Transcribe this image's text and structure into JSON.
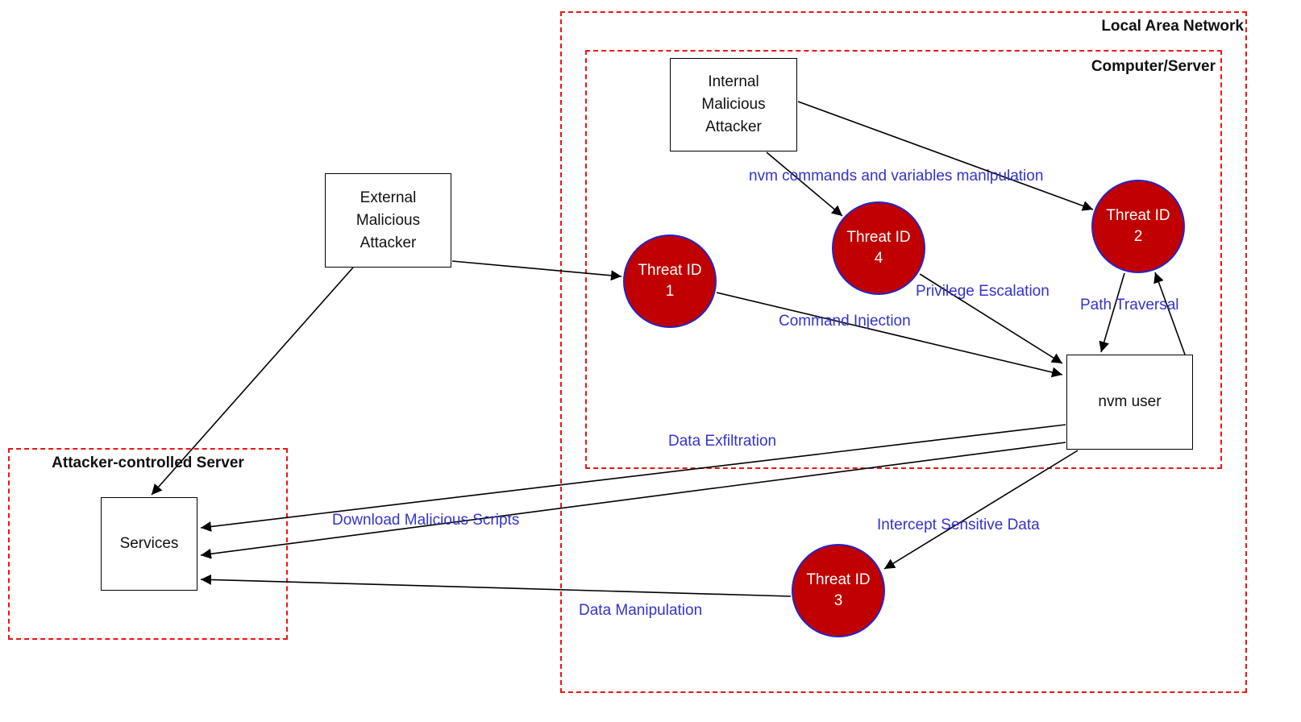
{
  "colors": {
    "boundary": "#ee1414",
    "threat_fill": "#c00000",
    "threat_stroke": "#2424cc",
    "edge_label": "#3333cc",
    "node_stroke": "#000000",
    "node_fill": "#ffffff"
  },
  "diagram": {
    "boundaries": {
      "lan": {
        "label": "Local Area Network"
      },
      "computer": {
        "label": "Computer/Server"
      },
      "attacker_server": {
        "label": "Attacker-controlled Server"
      }
    },
    "nodes": {
      "internal_attacker": {
        "label": "Internal Malicious Attacker",
        "shape": "rect"
      },
      "external_attacker": {
        "label": "External Malicious Attacker",
        "shape": "rect"
      },
      "nvm_user": {
        "label": "nvm user",
        "shape": "rect"
      },
      "services": {
        "label": "Services",
        "shape": "rect"
      },
      "threat_1": {
        "label": "Threat ID 1",
        "shape": "circle"
      },
      "threat_2": {
        "label": "Threat ID 2",
        "shape": "circle"
      },
      "threat_3": {
        "label": "Threat ID 3",
        "shape": "circle"
      },
      "threat_4": {
        "label": "Threat ID 4",
        "shape": "circle"
      }
    },
    "edges": [
      {
        "from": "external_attacker",
        "to": "threat_1",
        "label": ""
      },
      {
        "from": "internal_attacker",
        "to": "threat_4",
        "label": "nvm commands and variables manipulation"
      },
      {
        "from": "internal_attacker",
        "to": "threat_2",
        "label": ""
      },
      {
        "from": "threat_1",
        "to": "nvm_user",
        "label": "Command Injection"
      },
      {
        "from": "threat_4",
        "to": "nvm_user",
        "label": "Privilege Escalation"
      },
      {
        "from": "threat_2",
        "to": "nvm_user",
        "label": "Path Traversal"
      },
      {
        "from": "nvm_user",
        "to": "threat_2",
        "label": ""
      },
      {
        "from": "nvm_user",
        "to": "services",
        "label": "Data Exfiltration"
      },
      {
        "from": "nvm_user",
        "to": "services",
        "label": "Download Malicious Scripts"
      },
      {
        "from": "nvm_user",
        "to": "threat_3",
        "label": "Intercept Sensitive Data"
      },
      {
        "from": "threat_3",
        "to": "services",
        "label": "Data Manipulation"
      },
      {
        "from": "external_attacker",
        "to": "services",
        "label": ""
      }
    ]
  }
}
